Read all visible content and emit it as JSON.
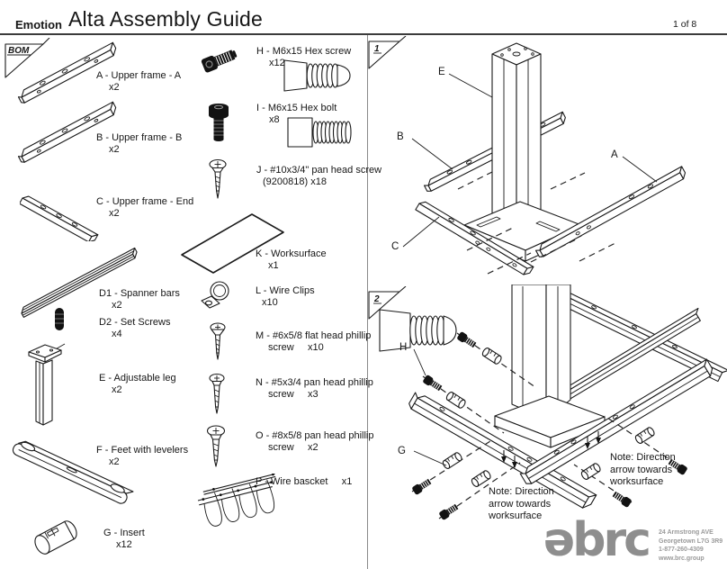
{
  "colors": {
    "ink": "#1a1a1a",
    "rule": "#3c3c3c",
    "logo_gray": "#8e8e8e"
  },
  "header": {
    "brand": "Emotion",
    "title": "Alta Assembly Guide",
    "page": "1 of 8"
  },
  "bom_flag": "BOM",
  "parts": [
    {
      "l1": "A - Upper frame - A",
      "l2": "x2"
    },
    {
      "l1": "B - Upper frame - B",
      "l2": "x2"
    },
    {
      "l1": "C - Upper frame - End",
      "l2": "x2"
    },
    {
      "l1": "D1 - Spanner bars",
      "l2": "x2"
    },
    {
      "l1": "D2 - Set Screws",
      "l2": "x4"
    },
    {
      "l1": "E - Adjustable leg",
      "l2": "x2"
    },
    {
      "l1": "F - Feet with levelers",
      "l2": "x2"
    },
    {
      "l1": "G - Insert",
      "l2": "x12"
    }
  ],
  "hardware": [
    {
      "l1": "H - M6x15 Hex screw",
      "l2": "x12"
    },
    {
      "l1": "I - M6x15 Hex bolt",
      "l2": "x8"
    },
    {
      "l1": "J - #10x3/4\" pan head screw",
      "l2": "(9200818) x18"
    },
    {
      "l1": "K - Worksurface",
      "l2": "x1"
    },
    {
      "l1": "L - Wire Clips",
      "l2": "x10"
    },
    {
      "l1": "M - #6x5/8 flat head phillip",
      "l2": "screw     x10"
    },
    {
      "l1": "N - #5x3/4 pan head phillip",
      "l2": "screw     x3"
    },
    {
      "l1": "O - #8x5/8 pan head phillip",
      "l2": "screw     x2"
    },
    {
      "l1": "P - Wire bascket     x1",
      "l2": ""
    }
  ],
  "step1": {
    "flag": "1",
    "e": "E",
    "b": "B",
    "a": "A",
    "c": "C"
  },
  "step2": {
    "flag": "2",
    "h": "H",
    "g": "G",
    "note": "Note: Direction arrow towards worksurface"
  },
  "footer": {
    "logo": "əbrc",
    "address": [
      "24 Armstrong AVE",
      "Georgetown L7G 3R9",
      "1-877-260-4309",
      "www.brc.group"
    ]
  }
}
